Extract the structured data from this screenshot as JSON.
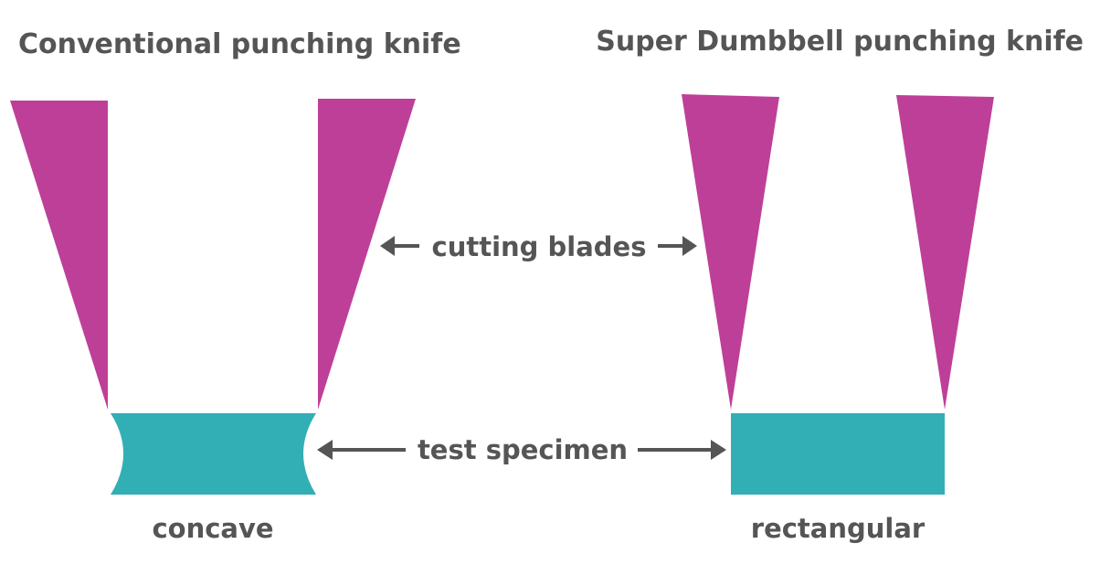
{
  "headings": {
    "left": "Conventional punching knife",
    "right": "Super Dumbbell punching knife"
  },
  "labels": {
    "cutting_blades": "cutting blades",
    "test_specimen": "test specimen",
    "concave": "concave",
    "rectangular": "rectangular"
  },
  "colors": {
    "blade": "#BE3F98",
    "specimen": "#32AFB5",
    "text": "#555555",
    "arrow": "#555555"
  }
}
